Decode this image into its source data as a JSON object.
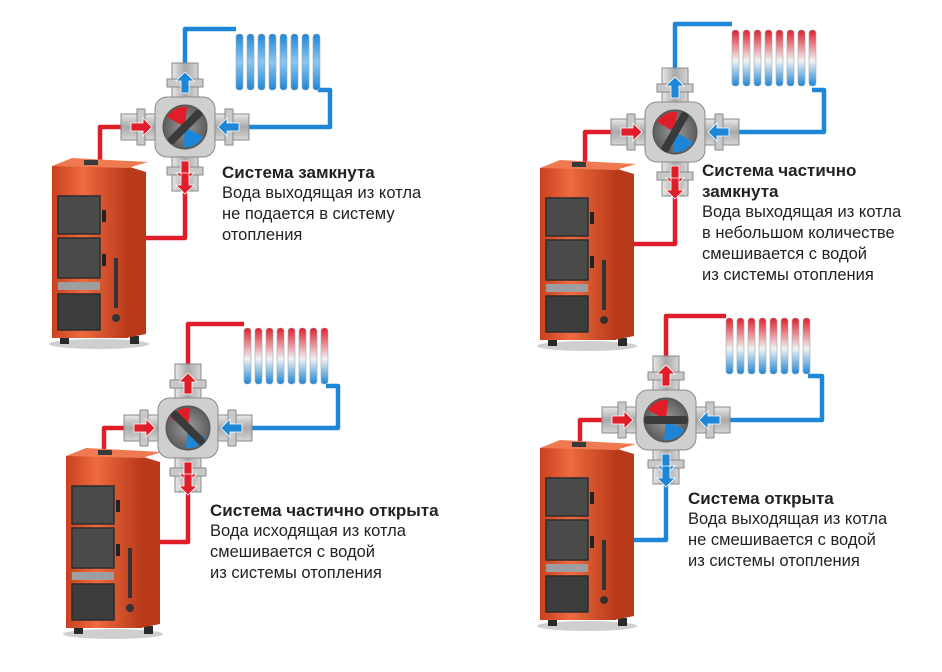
{
  "colors": {
    "hot": "#e01e2a",
    "cold": "#1e86d6",
    "boiler_body": "#e0512d",
    "boiler_dark": "#4a4a4a",
    "valve_metal": "#b9b9b9"
  },
  "panels": [
    {
      "id": "closed",
      "title": "Система замкнута",
      "lines": [
        "Вода выходящая из котла",
        "не подается в систему",
        "отопления"
      ]
    },
    {
      "id": "partially-closed",
      "title": "Система частично",
      "title_line2": "замкнута",
      "lines": [
        "Вода выходящая из котла",
        "в небольшом количестве",
        "смешивается с водой",
        "из системы отопления"
      ]
    },
    {
      "id": "partially-open",
      "title": "Система частично открыта",
      "lines": [
        "Вода исходящая из котла",
        "смешивается с водой",
        "из системы отопления"
      ]
    },
    {
      "id": "open",
      "title": "Система открыта",
      "lines": [
        "Вода выходящая из котла",
        "не смешивается с водой",
        "из системы отопления"
      ]
    }
  ]
}
